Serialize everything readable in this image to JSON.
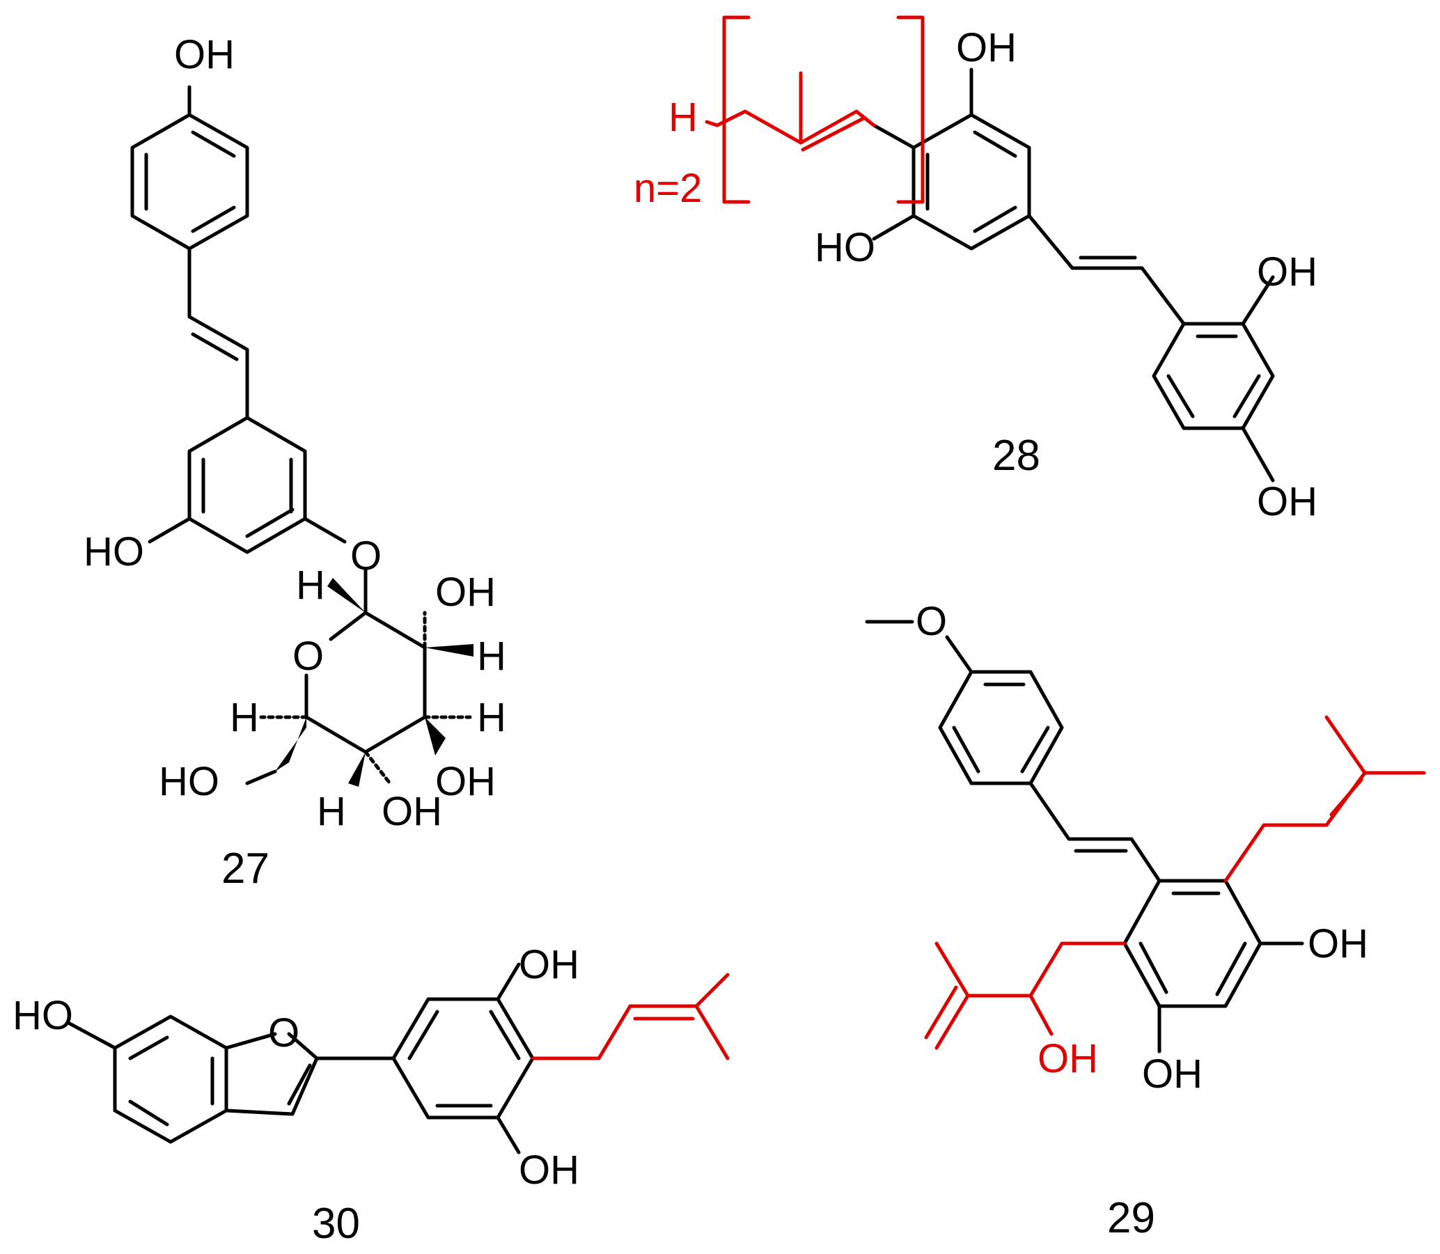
{
  "colors": {
    "structure": "#000000",
    "highlight": "#e00000"
  },
  "compounds": [
    {
      "id": "27",
      "atoms": {
        "oh_top": "OH",
        "ho_left": "HO",
        "o_ether": "O",
        "h_anomeric": "H",
        "oh_c2": "OH",
        "o_ring": "O",
        "h_c2": "H",
        "h_c5": "H",
        "h_c3": "H",
        "ho_ch2": "HO",
        "h_c4": "H",
        "oh_c4": "OH",
        "oh_c3": "OH"
      }
    },
    {
      "id": "28",
      "atoms": {
        "oh_top": "OH",
        "ho_left": "HO",
        "oh_ring2_a": "OH",
        "oh_ring2_b": "OH",
        "h_end": "H",
        "repeat": "n=2"
      }
    },
    {
      "id": "29",
      "atoms": {
        "methoxy_o": "O",
        "oh_right": "OH",
        "oh_bottom": "OH",
        "oh_side": "OH"
      }
    },
    {
      "id": "30",
      "atoms": {
        "ho_left": "HO",
        "o_furan": "O",
        "oh_top": "OH",
        "oh_bottom": "OH"
      }
    }
  ]
}
